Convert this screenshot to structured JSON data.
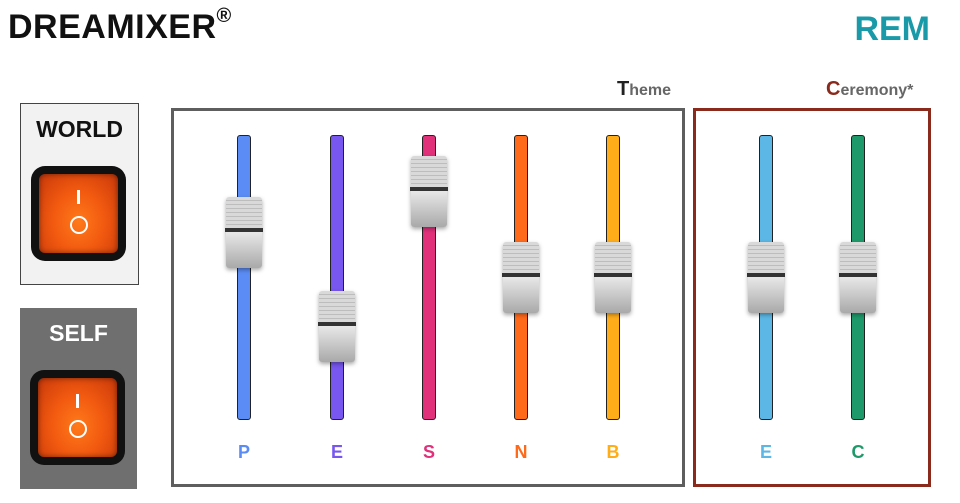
{
  "header": {
    "title": "DREAMIXER",
    "registered": "®",
    "right_title": "REM"
  },
  "groups": {
    "theme": {
      "first": "T",
      "rest": "heme"
    },
    "ceremony": {
      "first": "C",
      "rest": "eremony*"
    }
  },
  "switches": {
    "world": {
      "label": "WORLD",
      "on_symbol": "I",
      "off_symbol": "O"
    },
    "self": {
      "label": "SELF",
      "on_symbol": "I",
      "off_symbol": "O"
    }
  },
  "channels": [
    {
      "label": "P",
      "color": "#5b8cf5",
      "group": "theme",
      "level": 0.71
    },
    {
      "label": "E",
      "color": "#7757f0",
      "group": "theme",
      "level": 0.27
    },
    {
      "label": "S",
      "color": "#e0317a",
      "group": "theme",
      "level": 0.9
    },
    {
      "label": "N",
      "color": "#ff6a1a",
      "group": "theme",
      "level": 0.5
    },
    {
      "label": "B",
      "color": "#ffae1a",
      "group": "theme",
      "level": 0.5
    },
    {
      "label": "E",
      "color": "#5cb7e6",
      "group": "ceremony",
      "level": 0.5
    },
    {
      "label": "C",
      "color": "#1e9a6a",
      "group": "ceremony",
      "level": 0.5
    }
  ]
}
